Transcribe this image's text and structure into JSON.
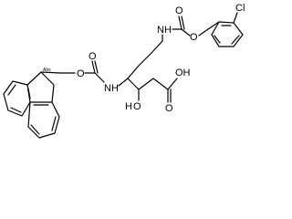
{
  "molecule": {
    "atoms": {
      "nh_top": "NH",
      "o_carbamate_top": "O",
      "o_carbonyl_top": "O",
      "cl": "Cl",
      "nh_mid": "NH",
      "o_carbamate_mid": "O",
      "o_carbonyl_mid": "O",
      "oh_prefix": "H",
      "oh_o": "O",
      "acid_o": "O",
      "acid_oh": "OH",
      "abs_label": "Abs"
    }
  }
}
